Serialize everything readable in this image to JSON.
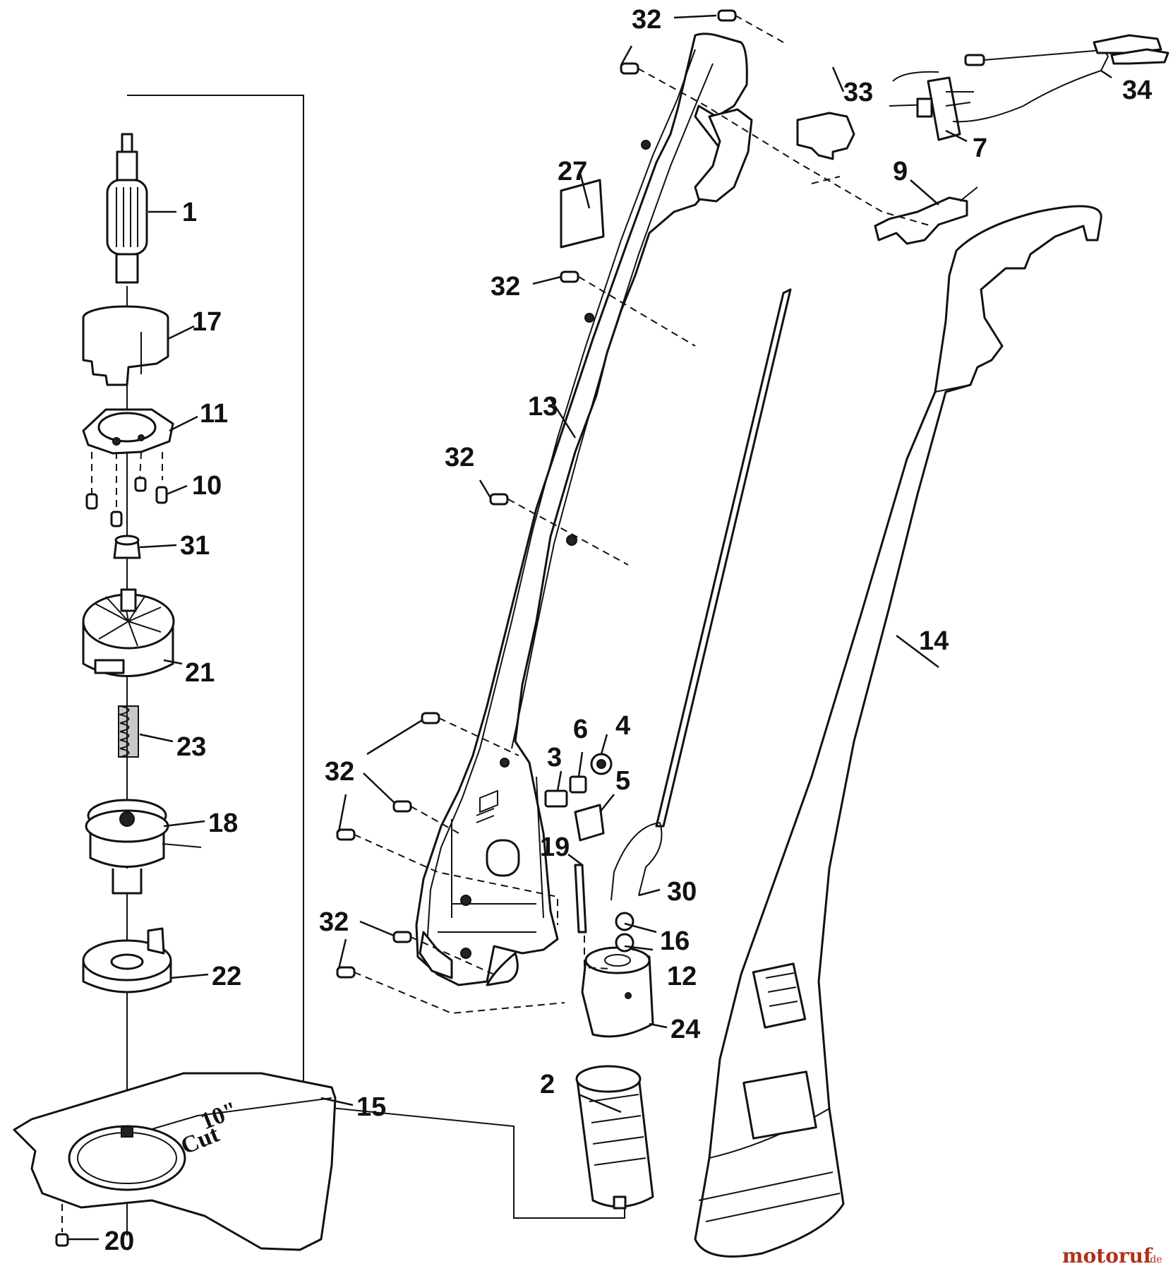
{
  "diagram": {
    "labels": {
      "p1": "1",
      "p2": "2",
      "p3": "3",
      "p4": "4",
      "p5": "5",
      "p6": "6",
      "p7": "7",
      "p9": "9",
      "p10": "10",
      "p11": "11",
      "p12": "12",
      "p13": "13",
      "p14": "14",
      "p15": "15",
      "p16": "16",
      "p17": "17",
      "p18": "18",
      "p19": "19",
      "p20": "20",
      "p21": "21",
      "p22": "22",
      "p23": "23",
      "p24": "24",
      "p27": "27",
      "p30": "30",
      "p31": "31",
      "p32": "32",
      "p33": "33",
      "p34": "34"
    },
    "guard_decal": {
      "size": "10\"",
      "word": "Cut"
    }
  },
  "watermark": {
    "brand": "motoruf",
    "tld": ".de"
  },
  "colors": {
    "ink": "#111111",
    "background": "#ffffff",
    "watermark": "#b03018"
  }
}
